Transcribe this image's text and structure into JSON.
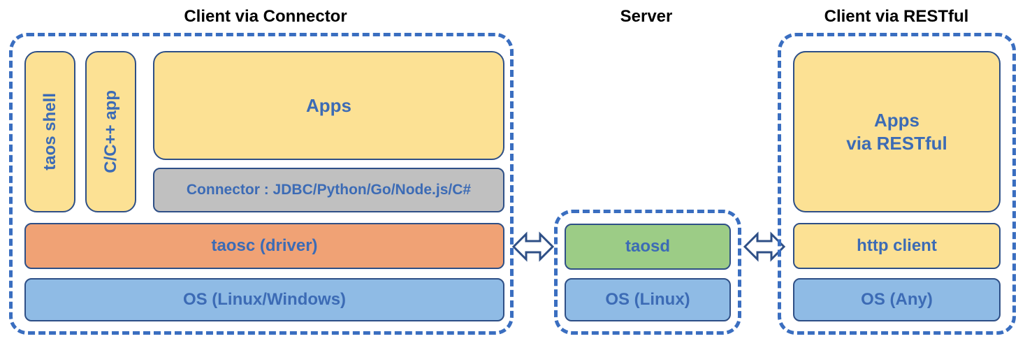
{
  "diagram": {
    "title_bar": {
      "client_connector": "Client via Connector",
      "server": "Server",
      "client_restful": "Client via RESTful"
    },
    "colors": {
      "dashed_border": "#3A6EC0",
      "block_border": "#2E4F86",
      "text_blue": "#3C6BB5",
      "yellow": "#FCE194",
      "orange": "#F0A275",
      "blue": "#8FBBE5",
      "green": "#9CCC86",
      "gray": "#C0C0C0",
      "caption_black": "#000000"
    },
    "sections": {
      "client_connector": {
        "caption": "Client via Connector",
        "blocks": {
          "taos_shell": "taos shell",
          "c_cpp_app": "C/C++ app",
          "apps": "Apps",
          "connector": "Connector : JDBC/Python/Go/Node.js/C#",
          "taosc": "taosc (driver)",
          "os": "OS (Linux/Windows)"
        }
      },
      "server": {
        "caption": "Server",
        "blocks": {
          "taosd": "taosd",
          "os": "OS (Linux)"
        }
      },
      "client_restful": {
        "caption": "Client via RESTful",
        "blocks": {
          "apps": "Apps\nvia RESTful",
          "http_client": "http client",
          "os": "OS (Any)"
        }
      }
    },
    "connectors": {
      "left_arrow": "double-headed-arrow",
      "right_arrow": "double-headed-arrow"
    }
  }
}
